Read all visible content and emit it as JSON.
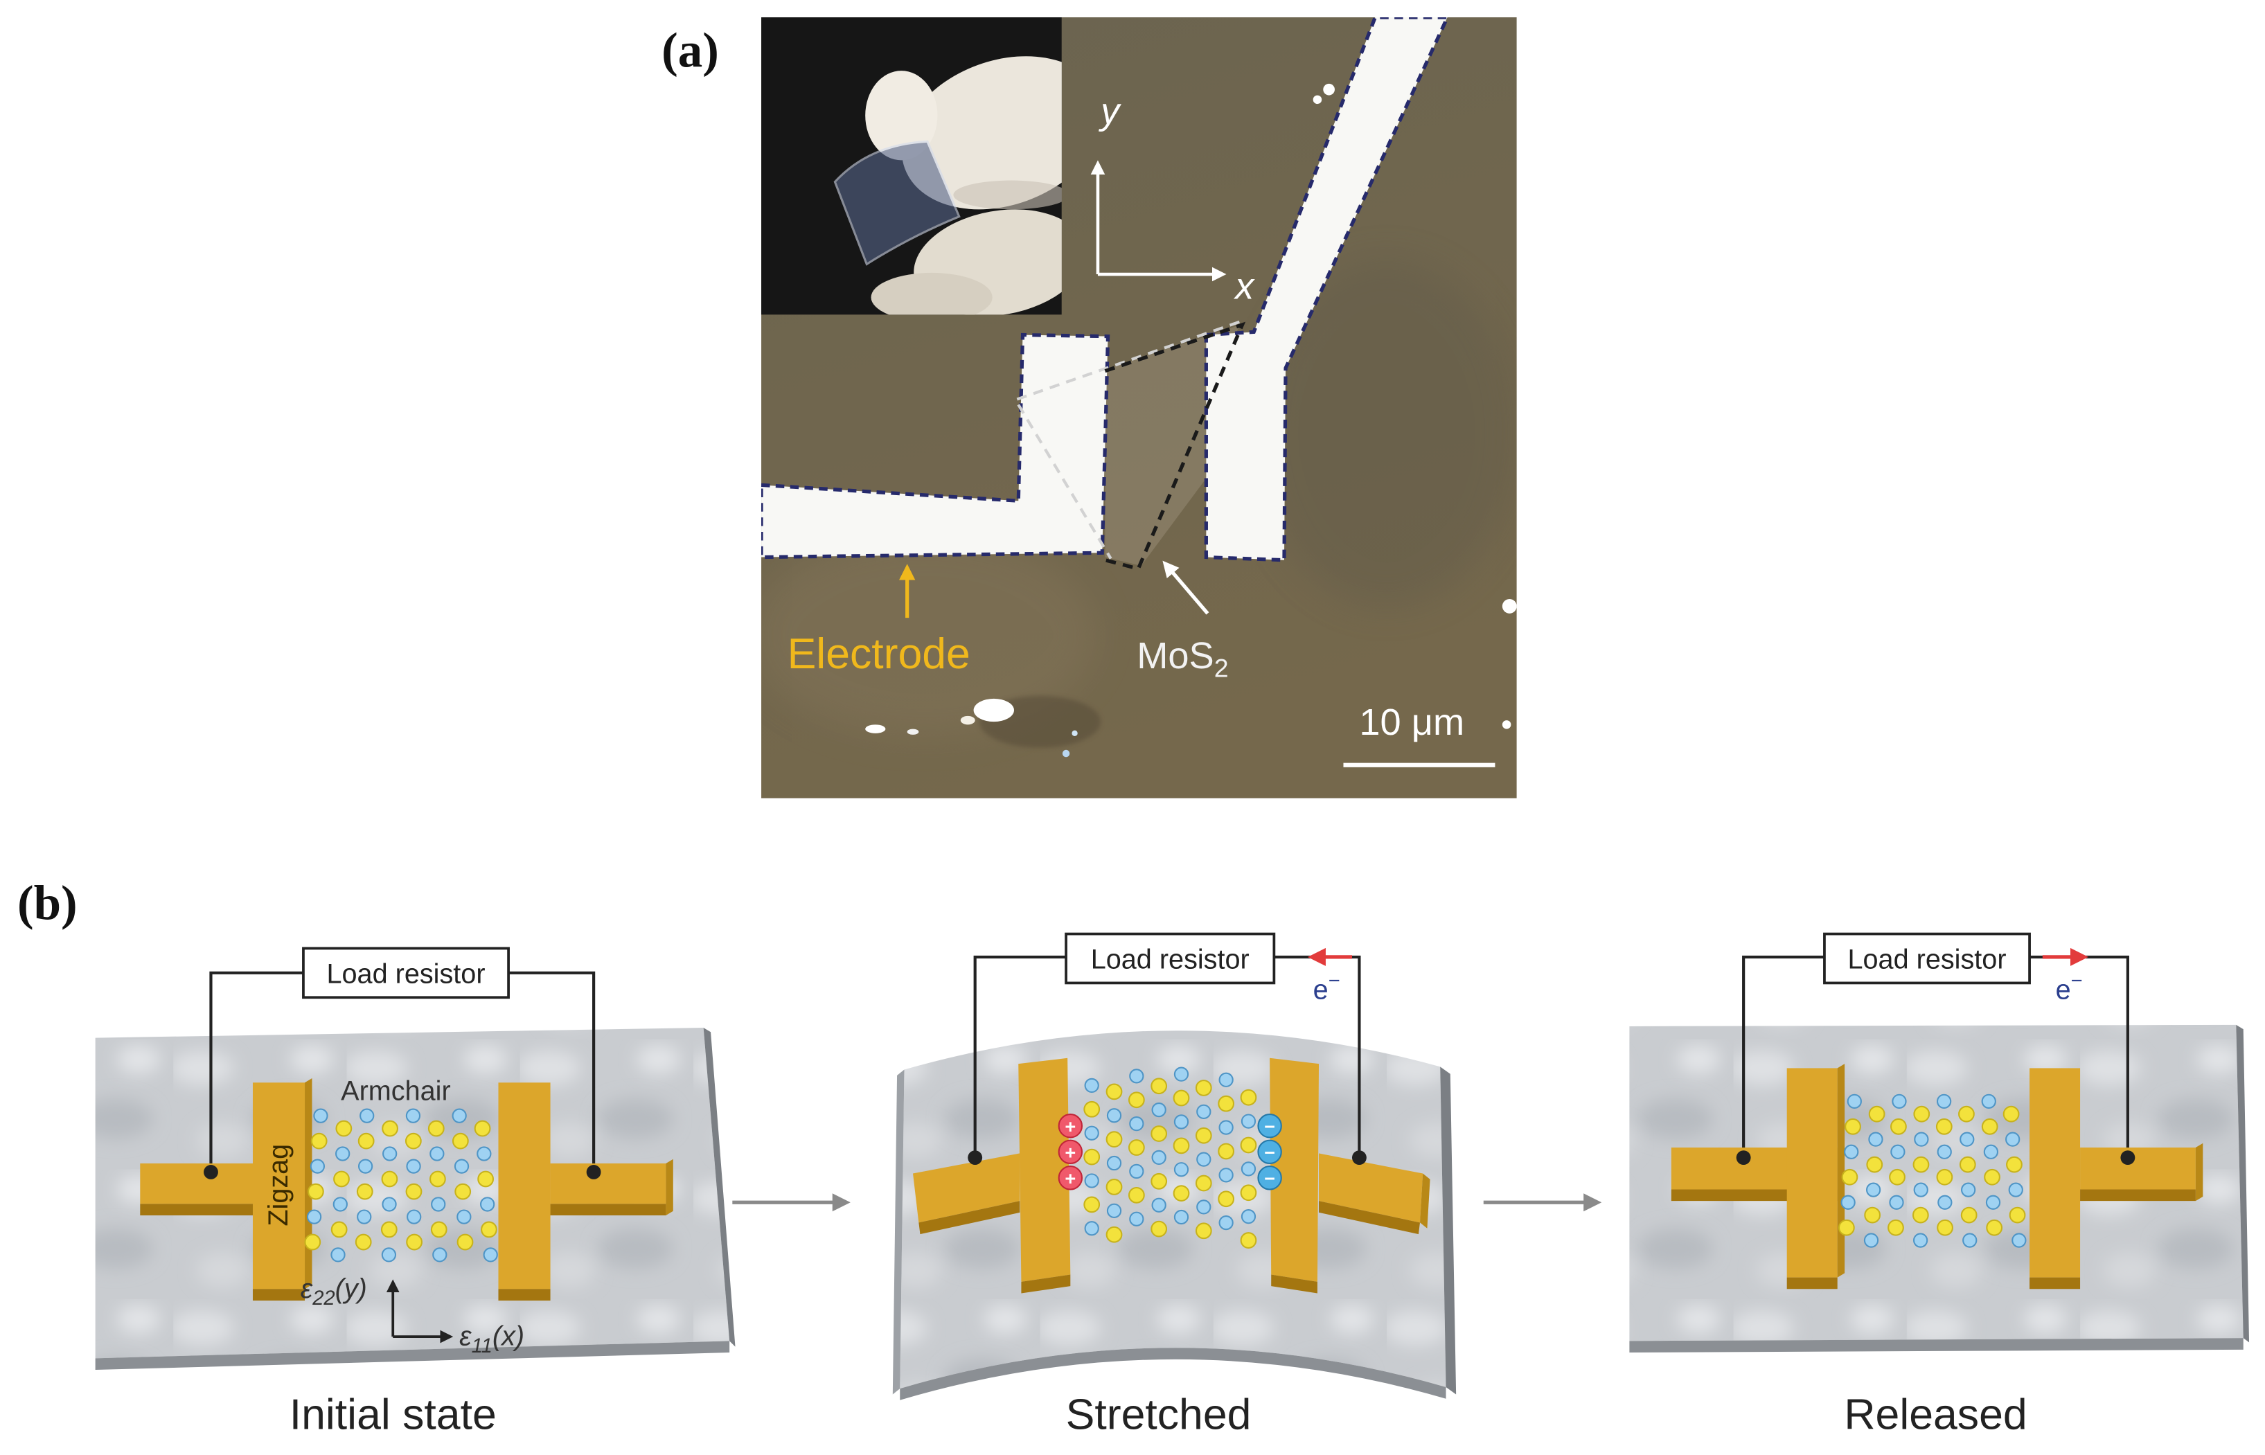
{
  "panel_a": {
    "label": "(a)",
    "axis_y_label": "y",
    "axis_x_label": "x",
    "electrode_label": "Electrode",
    "mos2_label": {
      "main": "MoS",
      "sub": "2"
    },
    "scale_bar_label": "10 μm"
  },
  "panel_b": {
    "label": "(b)",
    "initial": {
      "caption": "Initial state",
      "load_resistor": "Load resistor",
      "armchair_label": "Armchair",
      "zigzag_label": "Zigzag",
      "strain_y": {
        "symbol": "ε",
        "sub": "22",
        "arg": "(y)"
      },
      "strain_x": {
        "symbol": "ε",
        "sub": "11",
        "arg": "(x)"
      }
    },
    "stretched": {
      "caption": "Stretched",
      "load_resistor": "Load resistor",
      "electron": {
        "symbol": "e",
        "sup": "−"
      },
      "positive_charge": "+",
      "negative_charge": "−"
    },
    "released": {
      "caption": "Released",
      "load_resistor": "Load resistor",
      "electron": {
        "symbol": "e",
        "sup": "−"
      }
    }
  },
  "colors": {
    "electrode_gold": "#dca62b",
    "electrode_label": "#f0b81c",
    "current_arrow": "#e23b3b",
    "positive_charge": "#f0596b",
    "negative_charge": "#4fb0e3",
    "atom_sulfur": "#f3e23c",
    "atom_molybdenum": "#9fd2f2"
  }
}
